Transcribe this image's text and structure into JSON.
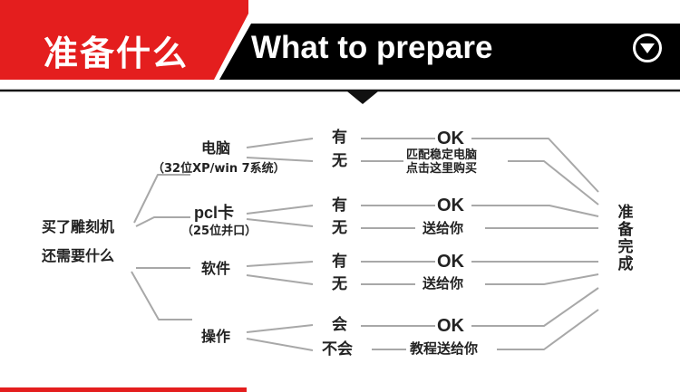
{
  "header": {
    "title_cn": "准备什么",
    "title_en": "What to prepare",
    "menu_icon": "chevron-down-circle-icon",
    "colors": {
      "red": "#e41e1e",
      "black": "#000000",
      "white": "#ffffff"
    }
  },
  "diagram": {
    "root": {
      "line1": "买了雕刻机",
      "line2": "还需要什么"
    },
    "branches": [
      {
        "name": "电脑",
        "note": "（32位XP/win 7系统）",
        "options": [
          {
            "answer": "有",
            "result": "OK"
          },
          {
            "answer": "无",
            "result": "匹配稳定电脑\n点击这里购买"
          }
        ]
      },
      {
        "name": "pcl卡",
        "note": "（25位并口）",
        "options": [
          {
            "answer": "有",
            "result": "OK"
          },
          {
            "answer": "无",
            "result": "送给你"
          }
        ]
      },
      {
        "name": "软件",
        "note": "",
        "options": [
          {
            "answer": "有",
            "result": "OK"
          },
          {
            "answer": "无",
            "result": "送给你"
          }
        ]
      },
      {
        "name": "操作",
        "note": "",
        "options": [
          {
            "answer": "会",
            "result": "OK"
          },
          {
            "answer": "不会",
            "result": "教程送给你"
          }
        ]
      }
    ],
    "final": "准备完成"
  }
}
